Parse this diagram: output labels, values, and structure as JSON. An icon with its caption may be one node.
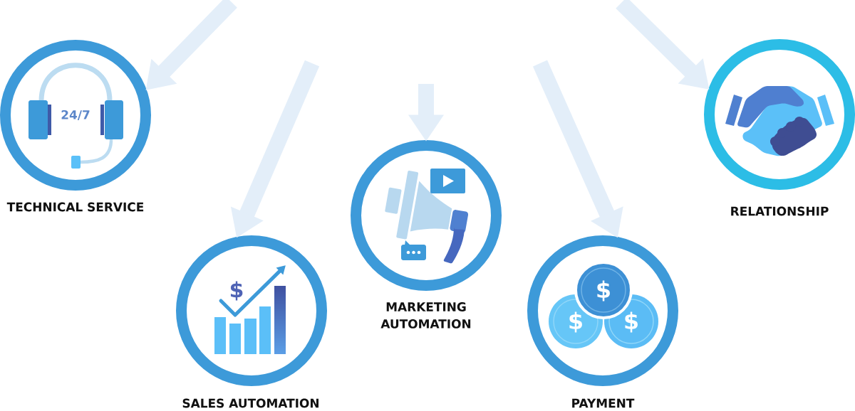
{
  "diagram": {
    "nodes": [
      {
        "text": [
          "TECHNICAL SERVICE"
        ]
      },
      {
        "text": [
          "SALES AUTOMATION"
        ]
      },
      {
        "text": [
          "MARKETING AUTOMATION"
        ]
      },
      {
        "text": [
          "PAYMENT"
        ]
      },
      {
        "text": [
          "RELATIONSHIP"
        ]
      }
    ],
    "edges": [
      {
        "from": null,
        "to": 0,
        "arrow": "to"
      },
      {
        "from": null,
        "to": 1,
        "arrow": "to"
      },
      {
        "from": null,
        "to": 2,
        "arrow": "to"
      },
      {
        "from": null,
        "to": 3,
        "arrow": "to"
      },
      {
        "from": null,
        "to": 4,
        "arrow": "to"
      }
    ],
    "labels": [
      "24/7",
      "$",
      "$",
      "$",
      "$"
    ]
  }
}
